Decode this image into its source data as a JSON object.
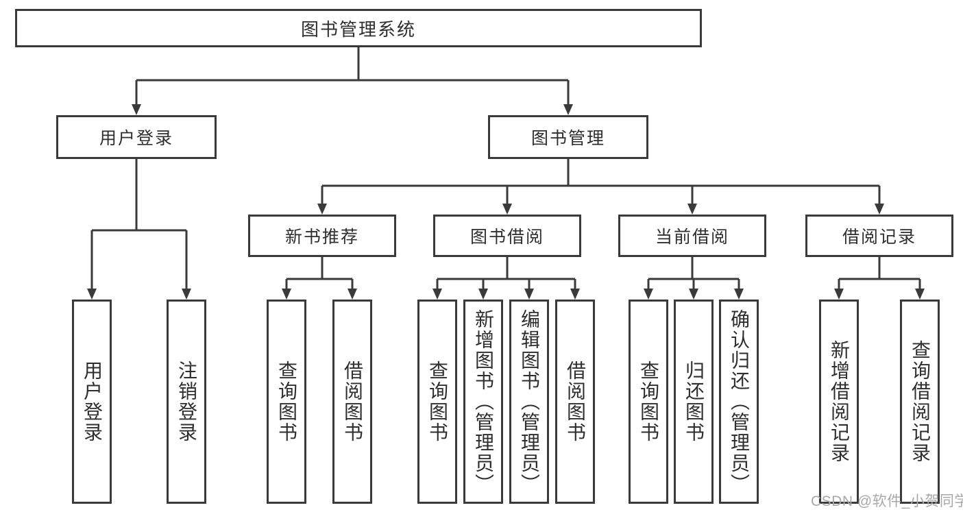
{
  "diagram": {
    "type": "tree",
    "root": {
      "label": "图书管理系统",
      "children": [
        {
          "label": "用户登录",
          "children": [
            {
              "label": "用户登录"
            },
            {
              "label": "注销登录"
            }
          ]
        },
        {
          "label": "图书管理",
          "children": [
            {
              "label": "新书推荐",
              "children": [
                {
                  "label": "查询图书"
                },
                {
                  "label": "借阅图书"
                }
              ]
            },
            {
              "label": "图书借阅",
              "children": [
                {
                  "label": "查询图书"
                },
                {
                  "label": "新增图书（管理员）"
                },
                {
                  "label": "编辑图书（管理员）"
                },
                {
                  "label": "借阅图书"
                }
              ]
            },
            {
              "label": "当前借阅",
              "children": [
                {
                  "label": "查询图书"
                },
                {
                  "label": "归还图书"
                },
                {
                  "label": "确认归还（管理员）"
                }
              ]
            },
            {
              "label": "借阅记录",
              "children": [
                {
                  "label": "新增借阅记录"
                },
                {
                  "label": "查询借阅记录"
                }
              ]
            }
          ]
        }
      ]
    }
  },
  "watermark": {
    "text": "CSDN @软件_小贺同学"
  },
  "colors": {
    "line": "#3a3a3a",
    "text": "#2e2e2e",
    "box_background": "#ffffff",
    "background": "#ffffff",
    "watermark": "#a8a8a8"
  }
}
